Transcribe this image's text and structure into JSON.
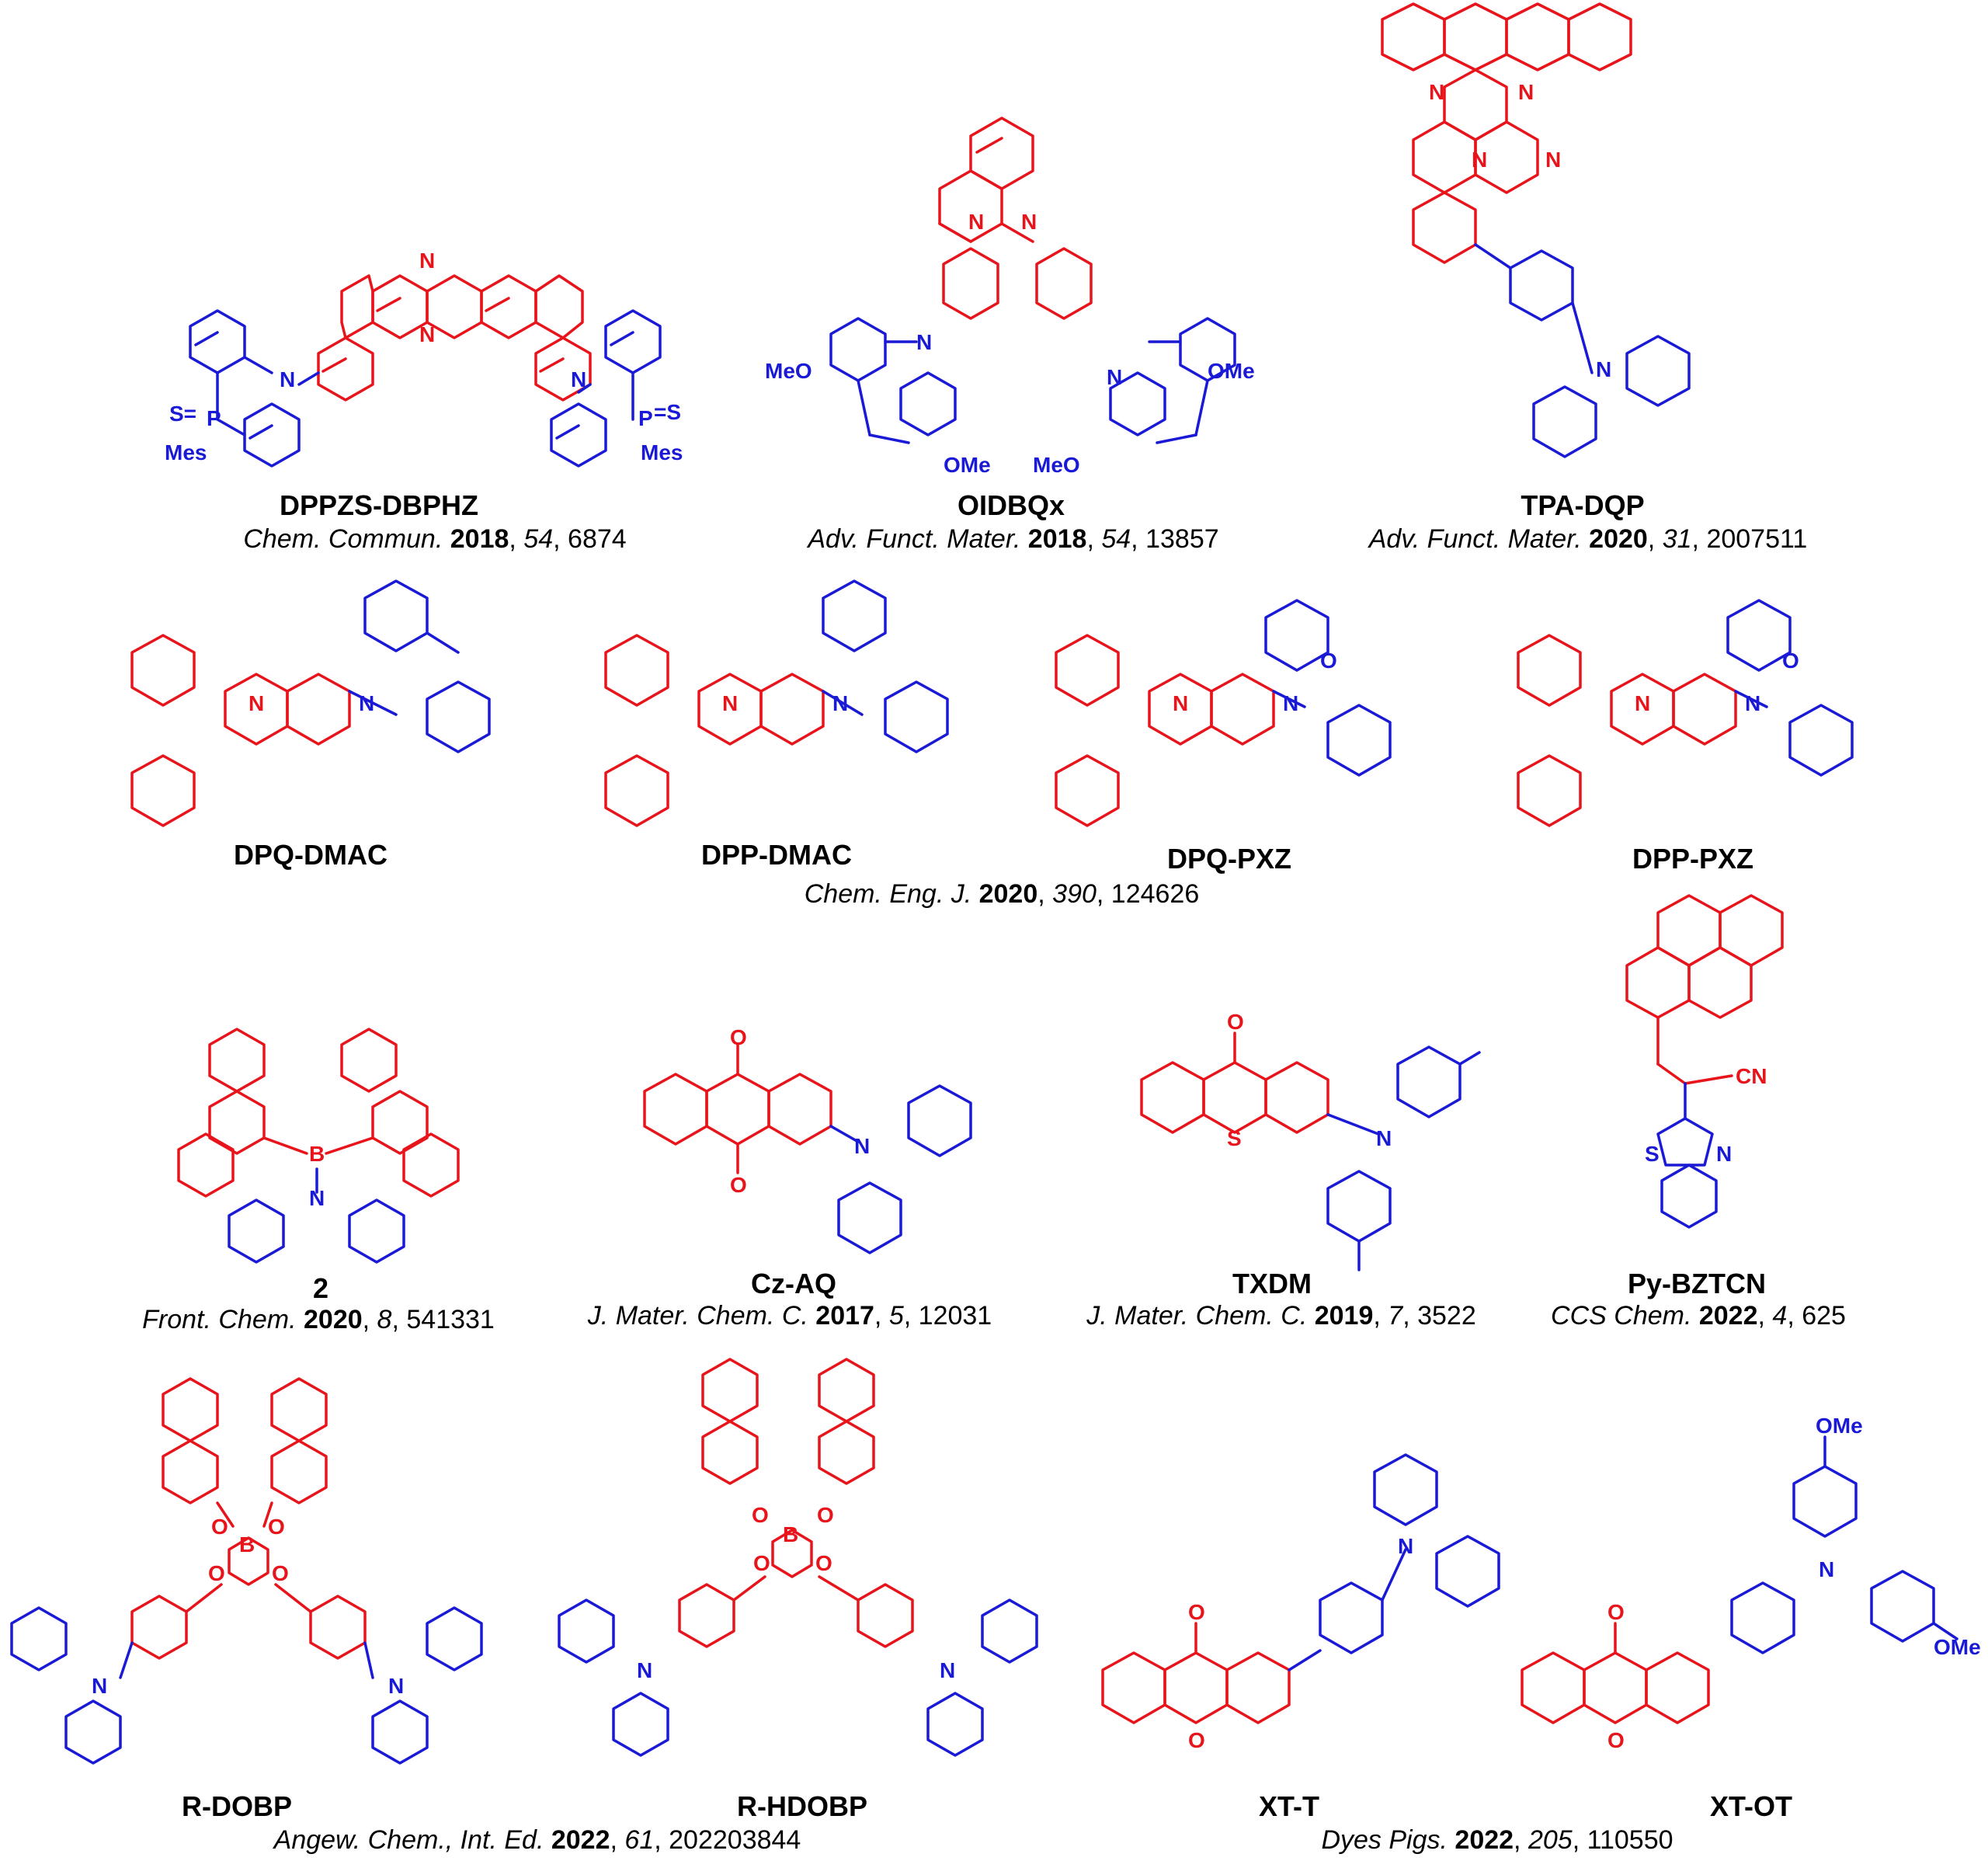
{
  "colors": {
    "acceptor": "#e8141b",
    "donor": "#1a1ad6",
    "text": "#000000"
  },
  "compounds": [
    {
      "id": "dppzs",
      "label": "DPPZS-DBPHZ",
      "ref": {
        "journal": "Chem. Commun.",
        "year": "2018",
        "volume": "54",
        "page": "6874"
      }
    },
    {
      "id": "oidbqx",
      "label": "OIDBQx",
      "ref": {
        "journal": "Adv. Funct. Mater.",
        "year": "2018",
        "volume": "54",
        "page": "13857"
      }
    },
    {
      "id": "tpadqp",
      "label": "TPA-DQP",
      "ref": {
        "journal": "Adv. Funct. Mater.",
        "year": "2020",
        "volume": "31",
        "page": "2007511"
      }
    },
    {
      "id": "dpqdmac",
      "label": "DPQ-DMAC"
    },
    {
      "id": "dppdmac",
      "label": "DPP-DMAC"
    },
    {
      "id": "dpqpxz",
      "label": "DPQ-PXZ"
    },
    {
      "id": "dpppxz",
      "label": "DPP-PXZ"
    },
    {
      "id": "c2",
      "label": "2",
      "ref": {
        "journal": "Front. Chem.",
        "year": "2020",
        "volume": "8",
        "page": "541331"
      }
    },
    {
      "id": "czaq",
      "label": "Cz-AQ",
      "ref": {
        "journal": "J. Mater. Chem. C.",
        "year": "2017",
        "volume": "5",
        "page": "12031"
      }
    },
    {
      "id": "txdm",
      "label": "TXDM",
      "ref": {
        "journal": "J. Mater. Chem. C.",
        "year": "2019",
        "volume": "7",
        "page": "3522"
      }
    },
    {
      "id": "pybztcn",
      "label": "Py-BZTCN",
      "ref": {
        "journal": "CCS Chem.",
        "year": "2022",
        "volume": "4",
        "page": "625"
      }
    },
    {
      "id": "rdobp",
      "label": "R-DOBP"
    },
    {
      "id": "rhdobp",
      "label": "R-HDOBP"
    },
    {
      "id": "xtt",
      "label": "XT-T"
    },
    {
      "id": "xtot",
      "label": "XT-OT"
    }
  ],
  "shared_refs": [
    {
      "id": "row2",
      "journal": "Chem. Eng. J.",
      "year": "2020",
      "volume": "390",
      "page": "124626"
    },
    {
      "id": "row4a",
      "journal": "Angew. Chem., Int. Ed.",
      "year": "2022",
      "volume": "61",
      "page": "202203844"
    },
    {
      "id": "row4b",
      "journal": "Dyes Pigs.",
      "year": "2022",
      "volume": "205",
      "page": "110550"
    }
  ],
  "atom_labels": {
    "N": "N",
    "O": "O",
    "S": "S",
    "B": "B",
    "P": "P",
    "Mes": "Mes",
    "OMe": "OMe",
    "MeO": "MeO",
    "CN": "CN",
    "S_eq": "S=",
    "eq_S": "=S"
  }
}
